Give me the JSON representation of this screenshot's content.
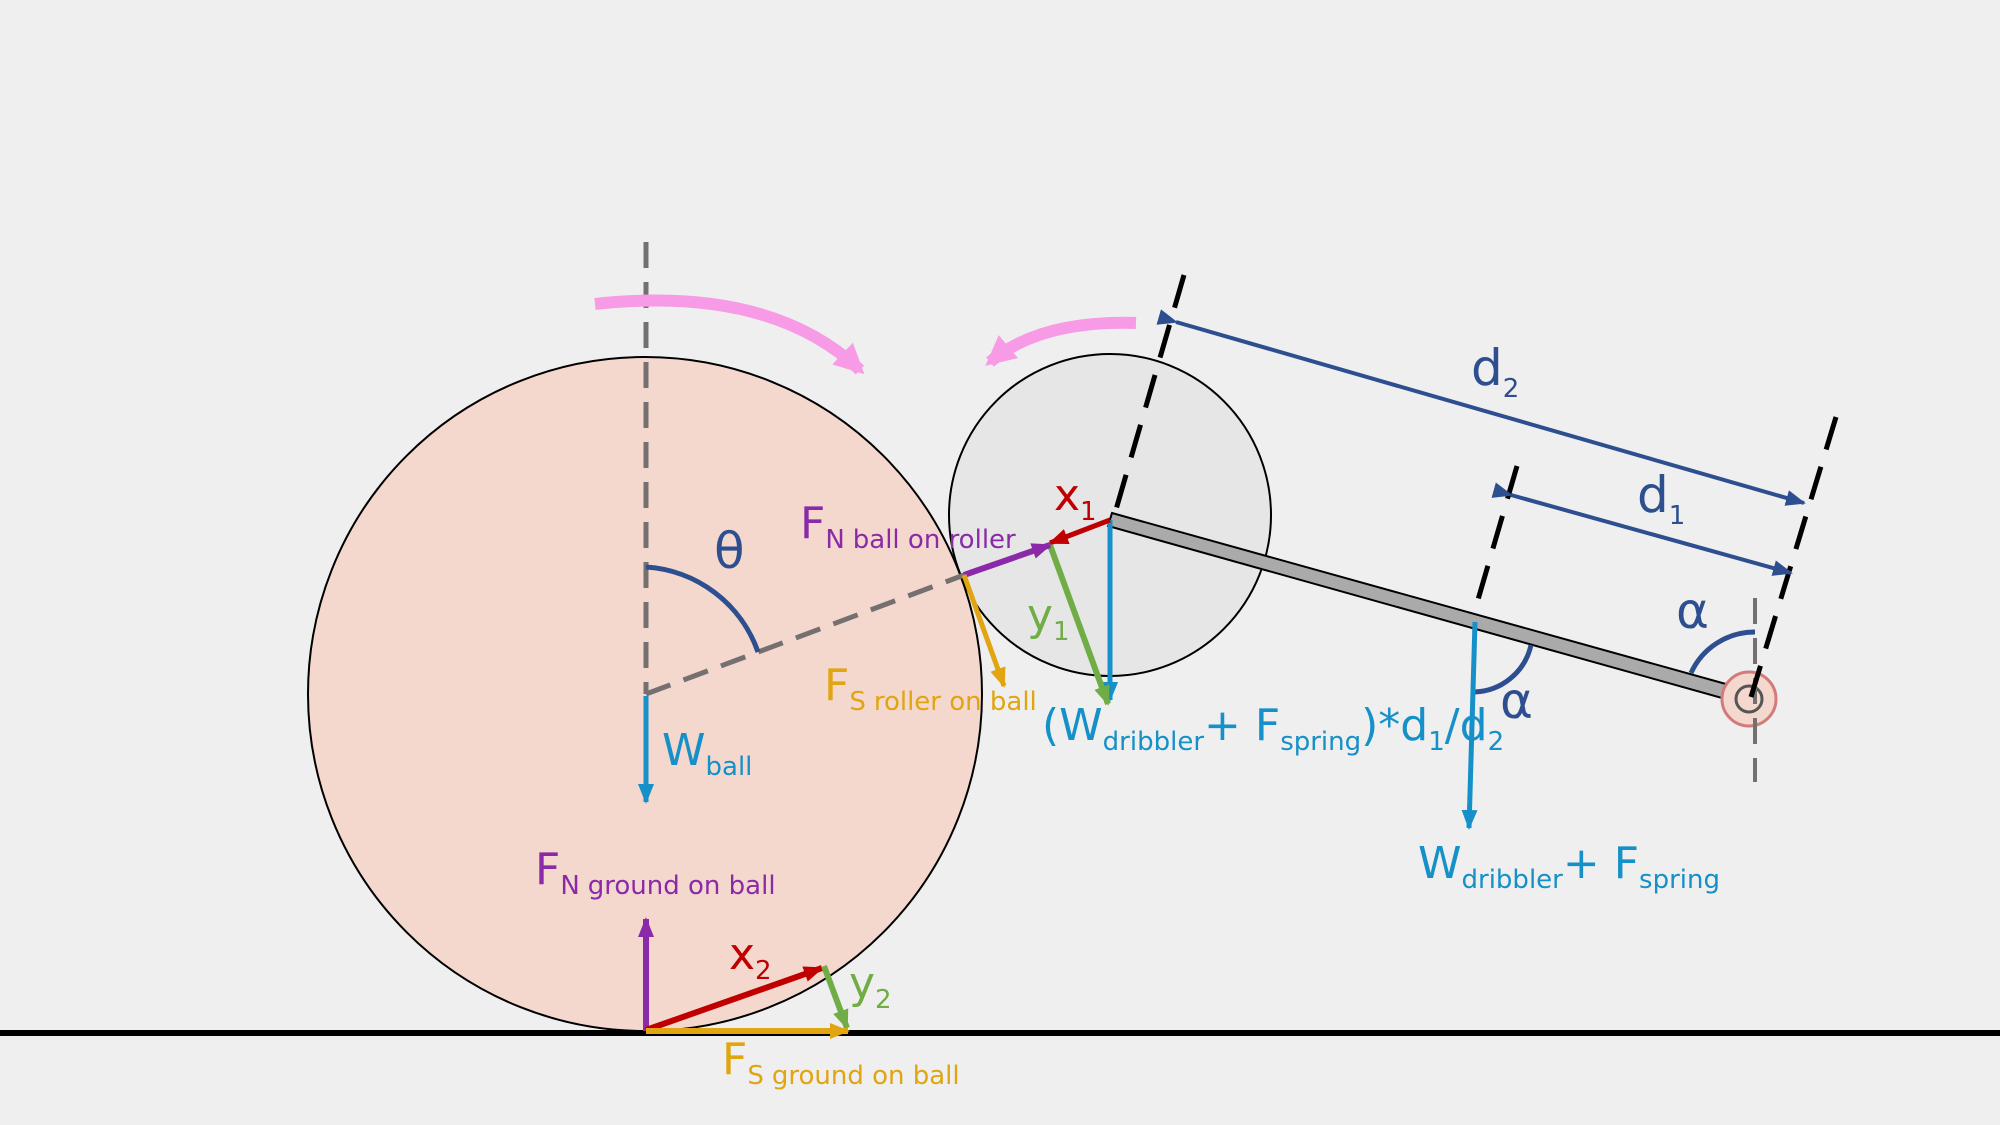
{
  "colors": {
    "background": "#efefef",
    "ball_fill": "#f4d8ce",
    "roller_fill": "#e6e6e6",
    "pink": "#f79be6",
    "blue_dark": "#2e4f8f",
    "cyan": "#1590c8",
    "purple": "#8a2aa8",
    "red": "#c00000",
    "green": "#70ad47",
    "gold": "#e0a510",
    "gray_dash": "#757070"
  },
  "labels": {
    "theta": "θ",
    "w_ball_main": "W",
    "w_ball_sub": "ball",
    "fn_roller_main": "F",
    "fn_roller_n": "N",
    "fn_roller_sub": "ball on roller",
    "fs_roller_main": "F",
    "fs_roller_s": "S",
    "fs_roller_sub": "roller on ball",
    "fn_ground_main": "F",
    "fn_ground_n": "N",
    "fn_ground_sub": "ground on ball",
    "fs_ground_main": "F",
    "fs_ground_s": "S",
    "fs_ground_sub": "ground on ball",
    "x1_main": "x",
    "x1_sub": "1",
    "y1_main": "y",
    "y1_sub": "1",
    "x2_main": "x",
    "x2_sub": "2",
    "y2_main": "y",
    "y2_sub": "2",
    "d1_main": "d",
    "d1_sub": "1",
    "d2_main": "d",
    "d2_sub": "2",
    "alpha_top": "α",
    "alpha_mid": "α",
    "equiv_open": "(W",
    "equiv_dribbler": "dribbler",
    "equiv_plus": "+ F",
    "equiv_spring": "spring",
    "equiv_close": ")*d",
    "equiv_1": "1",
    "equiv_slash": "/d",
    "equiv_2": "2",
    "wd_main": "W",
    "wd_dribbler": "dribbler",
    "wd_plus": "+ F",
    "wd_spring": "spring"
  }
}
